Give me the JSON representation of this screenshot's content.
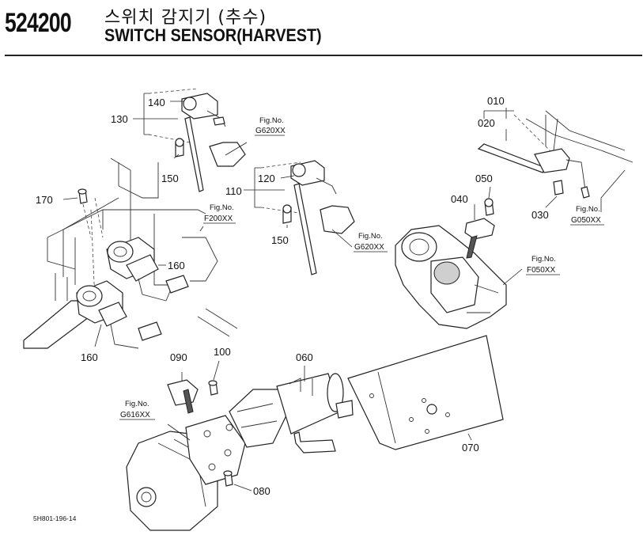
{
  "header": {
    "code": "524200",
    "title_ko": "스위치 감지기 (추수)",
    "title_en": "SWITCH SENSOR(HARVEST)"
  },
  "parts": {
    "p010": "010",
    "p020": "020",
    "p030": "030",
    "p040": "040",
    "p050": "050",
    "p060": "060",
    "p070": "070",
    "p080": "080",
    "p090": "090",
    "p100": "100",
    "p110": "110",
    "p120": "120",
    "p130": "130",
    "p140": "140",
    "p150a": "150",
    "p150b": "150",
    "p160a": "160",
    "p160b": "160",
    "p170": "170"
  },
  "fig_refs": {
    "fig_label": "Fig.No.",
    "r1": "G620XX",
    "r2": "F200XX",
    "r3": "G620XX",
    "r4": "G050XX",
    "r5": "F050XX",
    "r6": "G616XX"
  },
  "footer": {
    "drawing_id": "5H801-196-14"
  }
}
